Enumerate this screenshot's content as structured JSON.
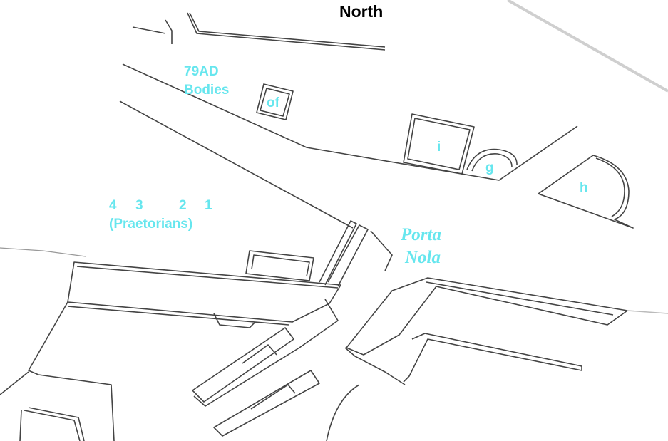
{
  "map": {
    "title": "North",
    "label_color": "#66e6ee",
    "labels": {
      "bodies_line1": "79AD",
      "bodies_line2": "Bodies",
      "of": "of",
      "i": "i",
      "g": "g",
      "h": "h",
      "tower_4": "4",
      "tower_3": "3",
      "tower_2": "2",
      "tower_1": "1",
      "praetorians": "(Praetorians)",
      "porta_line1": "Porta",
      "porta_line2": "Nola"
    }
  }
}
